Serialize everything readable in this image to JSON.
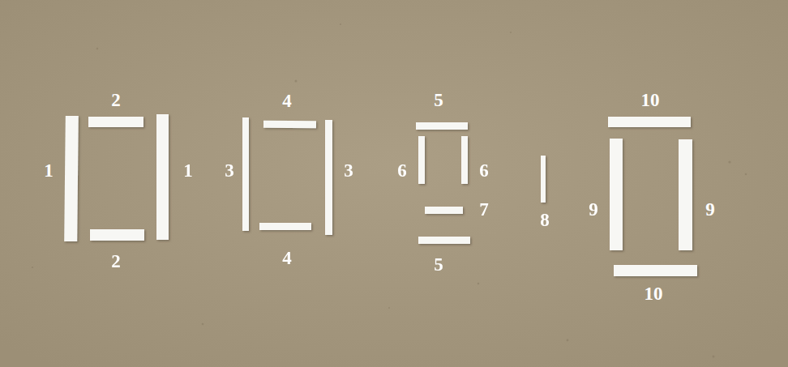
{
  "diagram": {
    "labels": [
      "2",
      "1",
      "1",
      "2",
      "4",
      "3",
      "3",
      "4",
      "5",
      "6",
      "6",
      "7",
      "5",
      "8",
      "10",
      "9",
      "9",
      "10"
    ]
  }
}
